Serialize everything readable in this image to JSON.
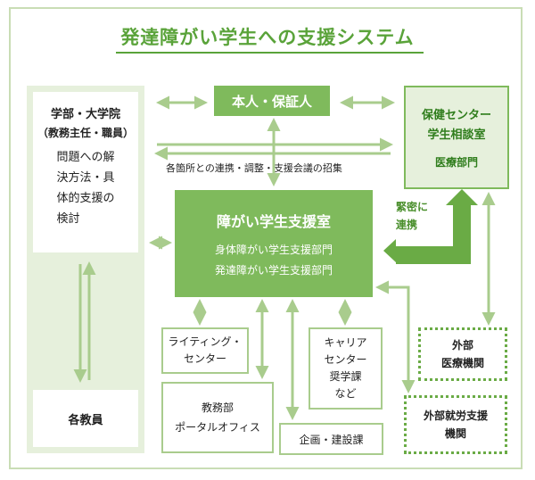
{
  "title": "発達障がい学生への支援システム",
  "honnin": "本人・保証人",
  "left_panel": {
    "heading": "学部・大学院",
    "subheading": "（教務主任・職員）",
    "body_lines": [
      "問題への解",
      "決方法・具",
      "体的支援の",
      "検討"
    ],
    "bottom": "各教員"
  },
  "coordination_note": "各箇所との連携・調整・支援会議の招集",
  "health_center": {
    "line1": "保健センター",
    "line2": "学生相談室",
    "line3": "医療部門"
  },
  "close_link": [
    "緊密に",
    "連携"
  ],
  "support_office": {
    "title": "障がい学生支援室",
    "dept1": "身体障がい学生支援部門",
    "dept2": "発達障がい学生支援部門"
  },
  "writing_center": [
    "ライティング・",
    "センター"
  ],
  "academic_affairs": [
    "教務部",
    "ポータルオフィス"
  ],
  "career": [
    "キャリア",
    "センター",
    "奨学課",
    "など"
  ],
  "planning": "企画・建設課",
  "external_medical": [
    "外部",
    "医療機関"
  ],
  "external_employment": [
    "外部就労支援",
    "機関"
  ],
  "colors": {
    "accent": "#5aa33a",
    "box_green": "#7fba5c",
    "light_panel": "#e6f0dc",
    "arrow": "#a9cc8d",
    "strong_arrow": "#6aab45"
  }
}
